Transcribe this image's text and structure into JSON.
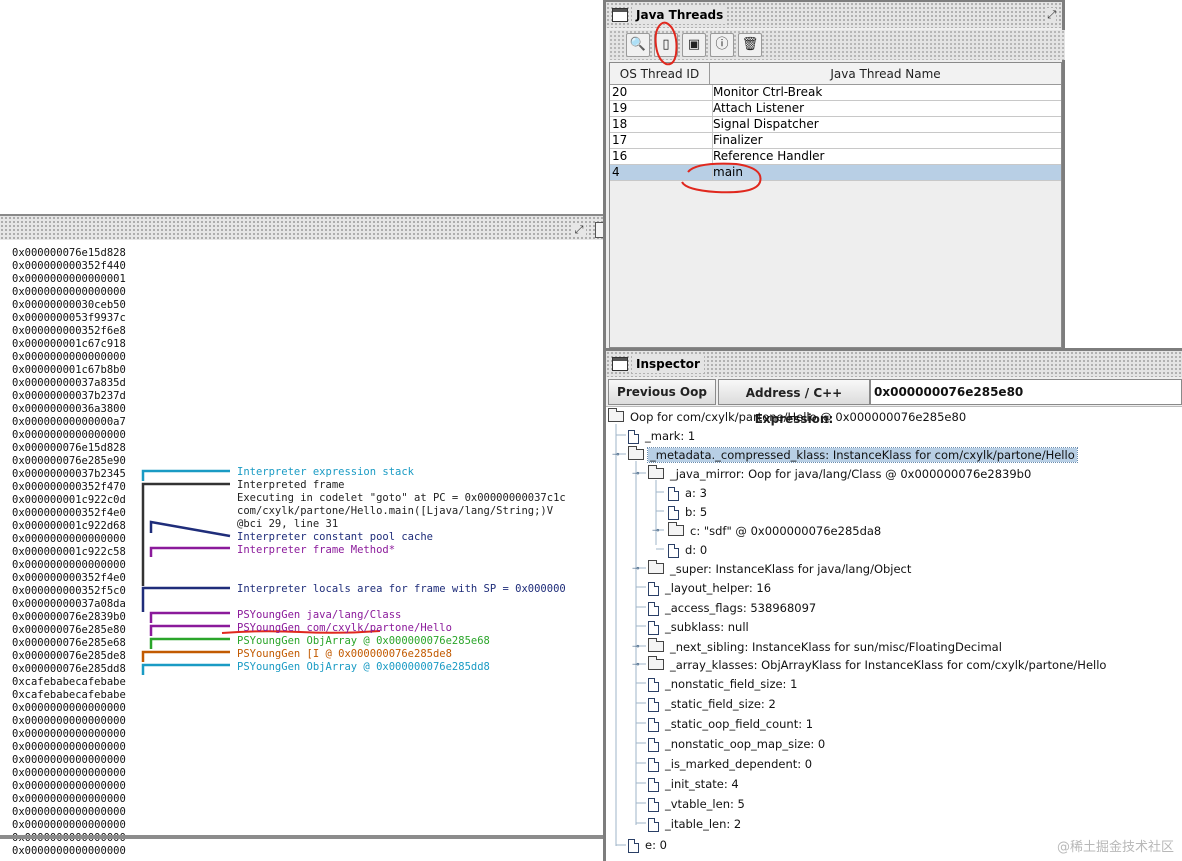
{
  "stack": {
    "addresses": [
      "0x000000076e15d828",
      "0x000000000352f440",
      "0x0000000000000001",
      "0x0000000000000000",
      "0x00000000030ceb50",
      "0x0000000053f9937c",
      "0x000000000352f6e8",
      "0x000000001c67c918",
      "0x0000000000000000",
      "0x000000001c67b8b0",
      "0x00000000037a835d",
      "0x00000000037b237d",
      "0x00000000036a3800",
      "0x00000000000000a7",
      "0x0000000000000000",
      "0x000000076e15d828",
      "0x000000076e285e90",
      "0x00000000037b2345",
      "0x000000000352f470",
      "0x000000001c922c0d",
      "0x000000000352f4e0",
      "0x000000001c922d68",
      "0x0000000000000000",
      "0x000000001c922c58",
      "0x0000000000000000",
      "0x000000000352f4e0",
      "0x000000000352f5c0",
      "0x00000000037a08da",
      "0x000000076e2839b0",
      "0x000000076e285e80",
      "0x000000076e285e68",
      "0x000000076e285de8",
      "0x000000076e285dd8",
      "0xcafebabecafebabe",
      "0xcafebabecafebabe",
      "0x0000000000000000",
      "0x0000000000000000",
      "0x0000000000000000",
      "0x0000000000000000",
      "0x0000000000000000",
      "0x0000000000000000",
      "0x0000000000000000",
      "0x0000000000000000",
      "0x0000000000000000",
      "0x0000000000000000",
      "0x0000000000000000",
      "0x0000000000000000"
    ],
    "annotations": {
      "expr_stack": "Interpreter expression stack",
      "frame": "Interpreted frame",
      "codelet": "Executing in codelet \"goto\" at PC = 0x00000000037c1c",
      "method": "com/cxylk/partone/Hello.main([Ljava/lang/String;)V",
      "bci": "@bci 29, line 31",
      "cpool": "Interpreter constant pool cache",
      "frame_method": "Interpreter frame Method*",
      "locals": "Interpreter locals area for frame with SP = 0x000000",
      "class_oop": "PSYoungGen java/lang/Class",
      "hello_oop": "PSYoungGen com/cxylk/partone/Hello",
      "objarray1": "PSYoungGen ObjArray @ 0x000000076e285e68",
      "intarray": "PSYoungGen [I @ 0x000000076e285de8",
      "objarray2": "PSYoungGen ObjArray @ 0x000000076e285dd8"
    },
    "colors": {
      "cyan": "#1a9bc4",
      "dark": "#333333",
      "navy": "#1f2d7a",
      "purple": "#8b1a9b",
      "green": "#2aa52a",
      "orange": "#c25a00",
      "red": "#e0281e"
    }
  },
  "threads": {
    "title": "Java Threads",
    "toolbar": {
      "inspect_icon": "magnifier-icon",
      "stack_icon": "stack-memory-icon",
      "info_icon": "thread-info-icon",
      "find_icon": "find-crashes-icon",
      "delete_icon": "trash-icon"
    },
    "columns": {
      "id": "OS Thread ID",
      "name": "Java Thread Name"
    },
    "rows": [
      {
        "id": "20",
        "name": "Monitor Ctrl-Break"
      },
      {
        "id": "19",
        "name": "Attach Listener"
      },
      {
        "id": "18",
        "name": "Signal Dispatcher"
      },
      {
        "id": "17",
        "name": "Finalizer"
      },
      {
        "id": "16",
        "name": "Reference Handler"
      },
      {
        "id": "4",
        "name": "main"
      }
    ]
  },
  "inspector": {
    "title": "Inspector",
    "prev_button": "Previous Oop",
    "addr_label": "Address / C++ Expression:",
    "addr_value": "0x000000076e285e80",
    "tree": [
      "Oop for com/cxylk/partone/Hello @ 0x000000076e285e80",
      "_mark: 1",
      "_metadata._compressed_klass: InstanceKlass for com/cxylk/partone/Hello",
      "_java_mirror: Oop for java/lang/Class @ 0x000000076e2839b0",
      "a: 3",
      "b: 5",
      "c: \"sdf\" @ 0x000000076e285da8",
      "d: 0",
      "_super: InstanceKlass for java/lang/Object",
      "_layout_helper: 16",
      "_access_flags: 538968097",
      "_subklass: null",
      "_next_sibling: InstanceKlass for sun/misc/FloatingDecimal",
      "_array_klasses: ObjArrayKlass for InstanceKlass for com/cxylk/partone/Hello",
      "_nonstatic_field_size: 1",
      "_static_field_size: 2",
      "_static_oop_field_count: 1",
      "_nonstatic_oop_map_size: 0",
      "_is_marked_dependent: 0",
      "_init_state: 4",
      "_vtable_len: 5",
      "_itable_len: 2",
      "e: 0"
    ]
  },
  "watermark": "@稀土掘金技术社区"
}
